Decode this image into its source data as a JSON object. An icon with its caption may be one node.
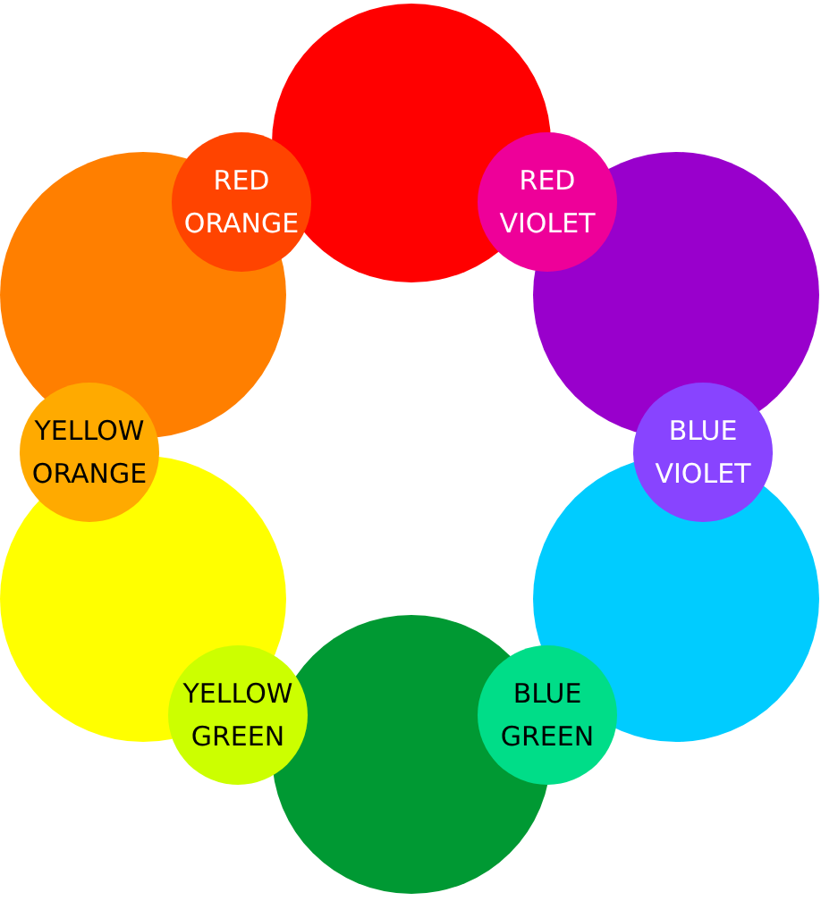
{
  "diagram": {
    "nodes": [
      {
        "text": [],
        "shape": "circle"
      },
      {
        "text": [
          "RED ORANGE"
        ]
      },
      {
        "text": [
          "RED VIOLET"
        ]
      },
      {
        "text": [],
        "shape": "circle"
      },
      {
        "text": [],
        "shape": "circle"
      },
      {
        "text": [
          "YELLOW ORANGE"
        ]
      },
      {
        "text": [
          "BLUE VIOLET"
        ]
      },
      {
        "text": [],
        "shape": "circle"
      },
      {
        "text": [],
        "shape": "circle"
      },
      {
        "text": [
          "YELLOW GREEN"
        ]
      },
      {
        "text": [],
        "shape": "circle"
      },
      {
        "text": [
          "BLUE GREEN"
        ]
      }
    ],
    "edges": []
  }
}
